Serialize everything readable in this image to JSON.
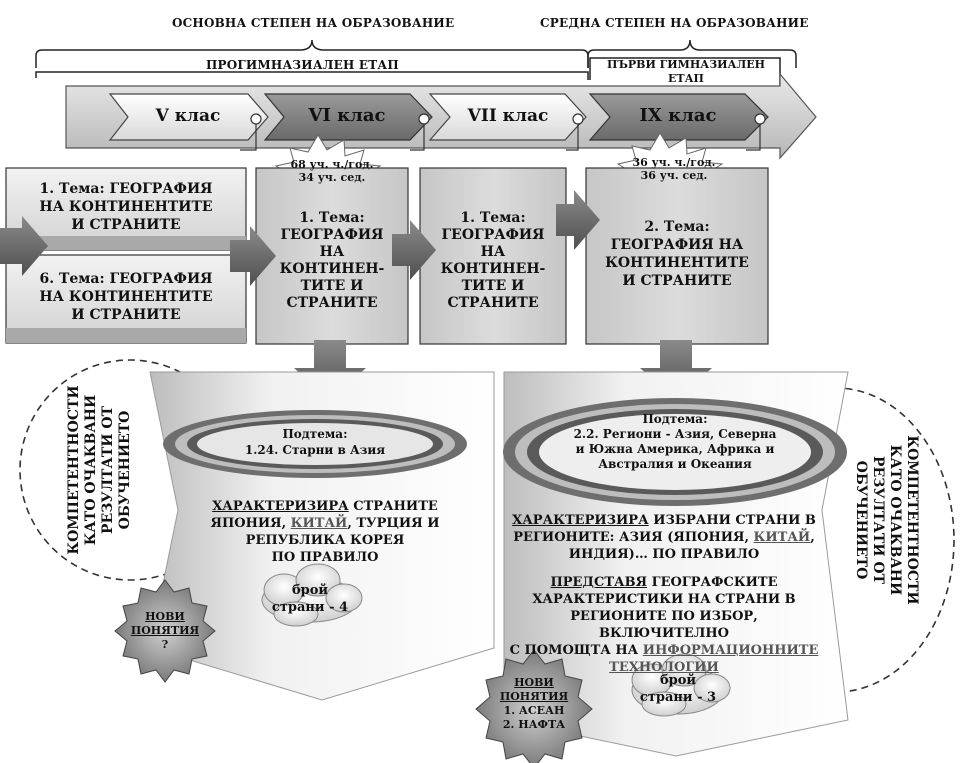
{
  "header": {
    "basic_stage": "ОСНОВНА СТЕПЕН НА ОБРАЗОВАНИЕ",
    "secondary_stage": "СРЕДНА СТЕПЕН НА ОБРАЗОВАНИЕ",
    "progymnasium": "ПРОГИМНАЗИАЛЕН ЕТАП",
    "first_gymnasium": "ПЪРВИ ГИМНАЗИАЛЕН ЕТАП"
  },
  "classes": [
    "V клас",
    "VI клас",
    "VII клас",
    "IX клас"
  ],
  "hours": [
    {
      "line1": "68 уч. ч./год.",
      "line2": "34 уч. сед."
    },
    {
      "line1": "36 уч. ч./год.",
      "line2": "36 уч. сед."
    }
  ],
  "boxes": {
    "v_top": [
      "1. Тема: ГЕОГРАФИЯ",
      "НА КОНТИНЕНТИТЕ",
      "И СТРАНИТЕ"
    ],
    "v_bottom": [
      "6. Тема: ГЕОГРАФИЯ",
      "НА КОНТИНЕНТИТЕ",
      "И СТРАНИТЕ"
    ],
    "vi": [
      "1. Тема:",
      "ГЕОГРАФИЯ",
      "НА",
      "КОНТИНЕН-",
      "ТИТЕ И",
      "СТРАНИТЕ"
    ],
    "vii": [
      "1. Тема:",
      "ГЕОГРАФИЯ",
      "НА",
      "КОНТИНЕН-",
      "ТИТЕ И",
      "СТРАНИТЕ"
    ],
    "ix": [
      "2. Тема:",
      "ГЕОГРАФИЯ НА",
      "КОНТИНЕНТИТЕ",
      "И СТРАНИТЕ"
    ]
  },
  "left": {
    "subtopic_title": "Подтема:",
    "subtopic": "1.24. Старни в Азия",
    "verb": "ХАРАКТЕРИЗИРА",
    "line1_rest": "СТРАНИТЕ",
    "line2_a": "ЯПОНИЯ, ",
    "line2_link": "КИТАЙ",
    "line2_b": ", ТУРЦИЯ И",
    "line3": "РЕПУБЛИКА КОРЕЯ",
    "line4": "ПО ПРАВИЛО",
    "count": [
      "брой",
      "страни - 4"
    ],
    "competences": [
      "КОМПЕТЕНТНОСТИ",
      "КАТО ОЧАКВАНИ",
      "РЕЗУЛТАТИ ОТ",
      "ОБУЧЕНИЕТО"
    ],
    "new_terms": [
      "НОВИ",
      "ПОНЯТИЯ",
      "?"
    ]
  },
  "right": {
    "subtopic_title": "Подтема:",
    "subtopic": [
      "2.2. Региони - Азия, Северна",
      "и Южна Америка, Африка и",
      "Австралия и Океания"
    ],
    "verb1": "ХАРАКТЕРИЗИРА",
    "p1_line1_rest": "ИЗБРАНИ СТРАНИ В",
    "p1_line2_a": "РЕГИОНИТЕ: АЗИЯ (ЯПОНИЯ, ",
    "p1_line2_link": "КИТАЙ",
    "p1_line2_b": ",",
    "p1_line3": "ИНДИЯ)… ПО ПРАВИЛО",
    "verb2": "ПРЕДСТАВЯ",
    "p2_line1_rest": "ГЕОГРАФСКИТЕ",
    "p2_line2": "ХАРАКТЕРИСТИКИ НА СТРАНИ В",
    "p2_line3": "РЕГИОНИТЕ ПО ИЗБОР, ВКЛЮЧИТЕЛНО",
    "p2_line4_a": "С ПОМОЩТА НА ",
    "p2_line4_link": "ИНФОРМАЦИОННИТЕ",
    "p2_line5_link": "ТЕХНОЛОГИИ",
    "count": [
      "брой",
      "страни - 3"
    ],
    "competences": [
      "КОМПЕТЕНТНОСТИ",
      "КАТО ОЧАКВАНИ",
      "РЕЗУЛТАТИ ОТ",
      "ОБУЧЕНИЕТО"
    ],
    "new_terms": [
      "НОВИ",
      "ПОНЯТИЯ",
      "1. АСЕАН",
      "2. НАФТА"
    ]
  }
}
